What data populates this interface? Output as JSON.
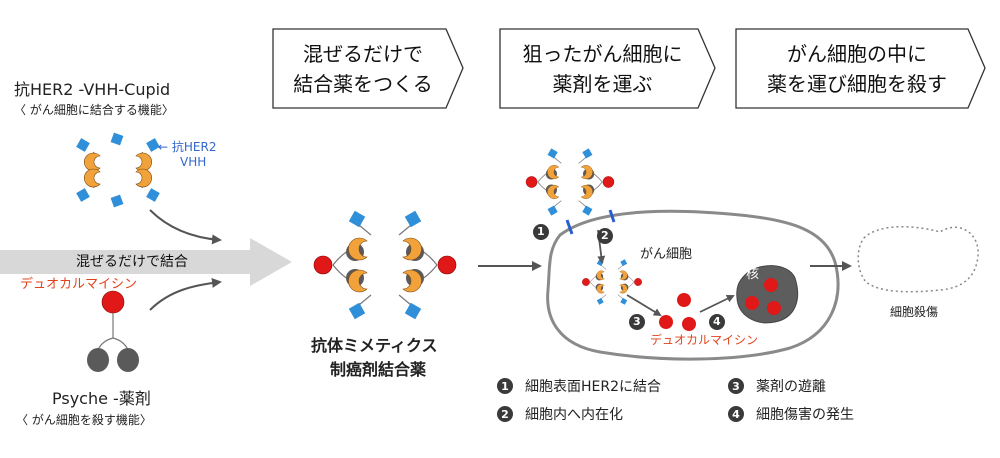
{
  "steps": [
    {
      "line1": "混ぜるだけで",
      "line2": "結合薬をつくる"
    },
    {
      "line1": "狙ったがん細胞に",
      "line2": "薬剤を運ぶ"
    },
    {
      "line1": "がん細胞の中に",
      "line2": "薬を運び細胞を殺す"
    }
  ],
  "left": {
    "cupid_title": "抗HER2 -VHH-Cupid",
    "cupid_sub": "〈 がん細胞に結合する機能〉",
    "vhh_label_1": "← 抗HER2",
    "vhh_label_2": "VHH",
    "mix_label": "混ぜるだけで結合",
    "duocarmycin": "デュオカルマイシン",
    "psyche_title": "Psyche -薬剤",
    "psyche_sub": "〈 がん細胞を殺す機能〉"
  },
  "center": {
    "name_1": "抗体ミメティクス",
    "name_2": "制癌剤結合薬"
  },
  "cell": {
    "label": "がん細胞",
    "nucleus": "核",
    "payload": "デュオカルマイシン",
    "markers": [
      "1",
      "2",
      "3",
      "4"
    ],
    "dead_label": "細胞殺傷"
  },
  "legend": [
    {
      "num": "1",
      "text": "細胞表面HER2に結合"
    },
    {
      "num": "3",
      "text": "薬剤の遊離"
    },
    {
      "num": "2",
      "text": "細胞内へ内在化"
    },
    {
      "num": "4",
      "text": "細胞傷害の発生"
    }
  ],
  "colors": {
    "blue_vhh": "#2f8fd8",
    "orange": "#f2a23a",
    "red": "#e01818",
    "gray_dark": "#5a5a5a",
    "arrow": "#555555",
    "label_red": "#e0431c",
    "label_blue": "#3366cc"
  }
}
